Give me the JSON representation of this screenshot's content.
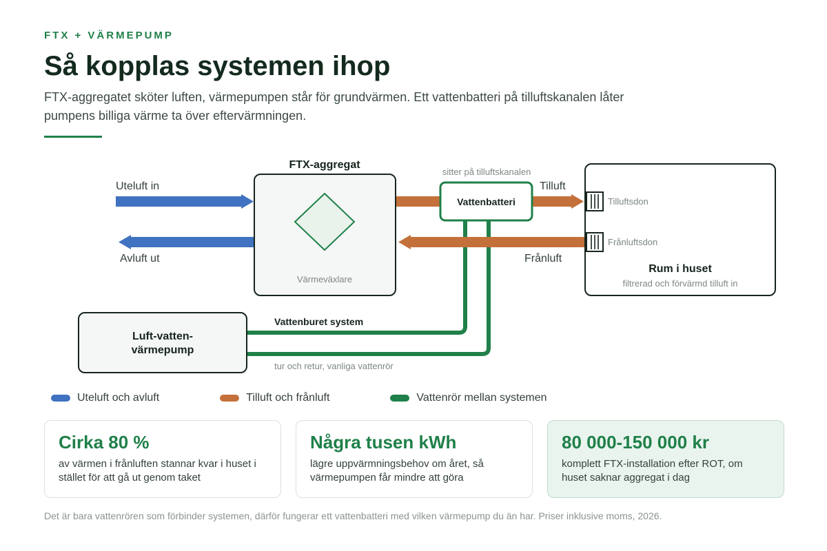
{
  "header": {
    "eyebrow": "FTX + VÄRMEPUMP",
    "title": "Så kopplas systemen ihop",
    "lede": "FTX-aggregatet sköter luften, värmepumpen står för grundvärmen. Ett vattenbatteri på tilluftskanalen låter pumpens billiga värme ta över eftervärmningen."
  },
  "diagram": {
    "ftx_title": "FTX-aggregat",
    "heat_exchanger": "Värmeväxlare",
    "battery_note": "sitter på tilluftskanalen",
    "battery_label": "Vattenbatteri",
    "outdoor_in": "Uteluft in",
    "exhaust_out": "Avluft ut",
    "supply": "Tilluft",
    "extract": "Frånluft",
    "supply_vent": "Tilluftsdon",
    "extract_vent": "Frånluftsdon",
    "room_title": "Rum i huset",
    "room_sub": "filtrerad och förvärmd tilluft in",
    "heat_pump_line1": "Luft-vatten-",
    "heat_pump_line2": "värmepump",
    "water_system": "Vattenburet system",
    "water_note": "tur och retur, vanliga vattenrör"
  },
  "legend": [
    {
      "label": "Uteluft och avluft",
      "color": "#3f72c0"
    },
    {
      "label": "Tilluft och frånluft",
      "color": "#c4703a"
    },
    {
      "label": "Vattenrör mellan systemen",
      "color": "#1f8049"
    }
  ],
  "stats": [
    {
      "value": "Cirka 80 %",
      "text": "av värmen i frånluften stannar kvar i huset i stället för att gå ut genom taket"
    },
    {
      "value": "Några tusen kWh",
      "text": "lägre uppvärmningsbehov om året, så värmepumpen får mindre att göra"
    },
    {
      "value": "80 000-150 000 kr",
      "text": "komplett FTX-installation efter ROT, om huset saknar aggregat i dag"
    }
  ],
  "footnote": "Det är bara vattenrören som förbinder systemen, därför fungerar ett vattenbatteri med vilken värmepump du än har. Priser inklusive moms, 2026.",
  "colors": {
    "accent": "#1f8049",
    "outdoor_air": "#3f72c0",
    "indoor_air": "#c4703a",
    "water": "#1f8049"
  }
}
